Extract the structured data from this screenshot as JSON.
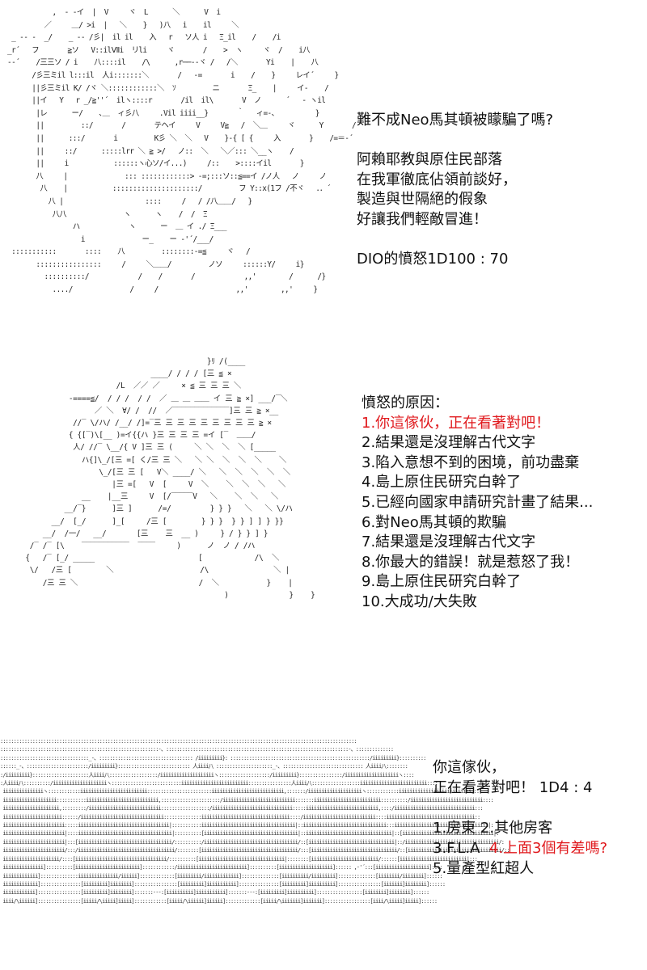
{
  "panel1": {
    "lines": [
      "難不成Neo馬其頓被矇騙了嗎?",
      "",
      "阿賴耶教與原住民部落",
      "在我軍徹底佔領前談好，",
      "製造與世隔絕的假象",
      "好讓我們輕敵冒進！",
      "",
      "DIO的憤怒1D100 : 70"
    ]
  },
  "panel2": {
    "title": "憤怒的原因：",
    "items": [
      "1.你這傢伙，正在看著對吧！",
      "2.結果還是沒理解古代文字",
      "3.陷入意想不到的困境，前功盡棄",
      "4.島上原住民研究白幹了",
      "5.已經向國家申請研究計畫了結果...",
      "6.對Neo馬其頓的欺騙",
      "7.結果還是沒理解古代文字",
      "8.你最大的錯誤！就是惹怒了我！",
      "9.島上原住民研究白幹了",
      "10.大成功/大失敗"
    ],
    "highlight_color": "#e0191d"
  },
  "panel3": {
    "lines": [
      "你這傢伙，",
      "正在看著對吧！  1D4 : 4",
      "",
      "1.房東  2.其他房客"
    ],
    "line_fla_plain": "3.F.L.A",
    "line_fla_red": "4.上面3個有差嗎?",
    "line_last": "5.量產型紅超人"
  },
  "art": {
    "panel1_text": "            ,  - -イ  |  V     ヾ  L      ＼      V  i\n          ／     ＿/ >i  |   ＼    }   )八   i    il     ＼\n  _ -- ‐  _/    _ -- /彡|  il il    入   r   ソ人 i   Ξ_il    /    /i\n _r´   フ       ≧ソ   V::ilⅦi  リli     ヾ       /    >  ヽ     ヾ  /    i八\n -‐´    /三三ソ / i    八::::il    /\\      ,r──‐‐ヾ /   /＼       Yi    |    八\n       /彡三ミil l:::il  人i:::::::＼       /   -=       i    /    }     レイ´     }\n       ||彡三ミil K/ /ヾ ＼::::::::::::＼  ｿ         ニ       Ξ_    |     イ‐    /\n       ||イ   Y   r _/≧''´  ilヽ::::r       /il  il\\       V  ノ      ´   - ヽil\n        |レ      ー/    ､＿  ィ彡八     .Vil iiii__}       ｀   ィ=-、         }\n        ||         ::/       /       テヘイ     V     V≧   /  ＼＿     ヾ      Y       /\n        ||      :::/       i         K彡 ＼  ＼   V    }-{ [ {     入       }    /=＝-´\n        ||     ::/      :::::lrr ＼ ≧ >/   ノ::  ＼   ＼／::: ＼__ヽ    /\n        ||     i           ::::::ヽ心ソ/イ...)     /::    >::::イil       }\n        八     |              ::: ::::::::::::> -=;:::ソ::≦==イ /ノ人   ノ     ノ\n         八    |           :::::::::::::::::::::/         フ Y::x(1フ /不ヾ   ．．´\n           八 |                    ::::     /   / /八＿＿/   }\n            八八              ヽ      ヽ    /  /  Ξ\n                 ハ            ヽ      ー  ＿ イ ./ Ξ___\n                   i              ー_    ー -'´/___/\n  :::::::::::       ::::    八         ::::::::-=≦     ヾ   /\n        ::::::::::::::::     /     ＼＿＿/         ノソ     ::::::Y/     i}\n          ::::::::::/            /    /       /            ,,'        /      /}\n            ..../              /     /                   ,,'        ,,'     }",
    "panel2_text": "                                              }ﾘ /(____\n                                 ____/ / / / [三 ≦ ×\n                         /L  ／／ ／     × ≦ 三 三 三 ＼\n              -====≦/  / / /  / /  ／ ＿ ＿ ＿＿ イ 三 ≧ ×] ___/‾＼\n                    ／ ＼  ∀/ /  //  ／‾‾‾‾‾‾‾‾‾‾‾‾‾]三 三 ≧ ×__\n               //‾ \\/ハ/ /__/ /]=‾三 三 三 三 三 三 三 三 三 ≧ ×\n              { {[‾)\\[__ )=イ{{ハ }三 三 三 三 =イ [‾  ＿＿/\n               人/ //‾ \\__/{ V ]三 三 (     ＼ ＼  ＼  ＼ [_____\n                 ハ{]\\_/[三 =[ く/三 三 ＼   ＼ ＼  ＼  ＼  ＼    ＼\n                     \\_/[三 三 [   V＼ ____/ ＼   ＼  ＼  ＼  ＼  ＼\n                        |三 =[   V  [     V  ＼    ＼  ＼  ＼   ＼\n                 __    |__三     V  [/‾‾‾‾‾V   ＼    ＼  ＼   ＼\n             __/‾}      ]三 ]      /=/         } } }   ＼   ＼ \\/ハ\n          __/  [_/      ]_[     /三 [        } } }  } } ] ] } }}\n        __/  /一/   __/       [三    三  __ )     } / } } ] }\n     /‾ /‾ [\\    ‾‾‾‾‾‾‾‾‾‾‾  ‾‾‾‾     )      ノ  ノ / /ハ\n    {   /‾ [_/ _____                        [            /\\  ＼\n     \\/   /三 [        ＼                    /\\               ＼ |\n        /三 三 ＼                            /  ＼           }    |\n                                                  )              }    }",
    "panel3_text": ":::::::::::::::::::::::::::::::::::::::::::::::::::::::::::::::::::::::::::::::::::::::::::::::::::::::::::::::::::::::::::::::::::::\n:::::::::::::::::::::::::::::::::::::::::::::::::::::::::::-、::::::::::::::::::::::::::::::::::::::::::::::::::::::::::::::::::::-、::::::::::::::\n:::::::::::::::::::::::::::::::::_-、::::::::::::::::::::::::::::::::::: /iiiiiiiii}: ::::::::::::::::::::::::::::::::::::::::::::::::::::/iiiiiiiii}::::::::::\n::::::_-、:::::::::::::::::::::::/iiiiiiiii}::::::::::::::::::::::::::: 人iiii八 :::::::::::::::::::::_-、:::::::::::::::::::::::::::::: 人iiii八::::::::\n:/iiiiiiiii}:::::::::::::::::::::人iiii八::::::::::::::::::/iiiiiiiiiiiiiiiiiiiiヽ:::::::::::::::::::/iiiiiiiii}::::::::::::::::/iiiiiiiiiiiiiiiiiiiiヽ::::\n:人iiii八::::::::::/iiiiiiiiiiiiiiiiiiiiヽ::::::::::::::::::::::::::iiiiiiiiiiiiiiiiiiiiiiiii::::::::::::::::人iiii八::::::::::::::::::iiiiiiiiiiiiiiiiiiiiiiiii::::\n iiiiiiiiiiiiiiiヽ::::::::::::iiiiiiiiiiiiiiiiiiiiiiiii::::::::::::::::::::::::iiiiiiiiiiiiiiiiiiiiiiiiiii,:::::::/iiiiiiiiiiiiiiiiiiiiヽ::::::::::::iiiiiiiiiiiiiiiiiiiiiiiiiii,::::\n iiiiiiiiiiiiiiiiiiii:::::::::::iiiiiiiiiiiiiiiiiiiiiiiiiii,::::::::::::::::::::::/iiiiiiiiiiiiiiiiiiiiiiiiiii:::::::iiiiiiiiiiiiiiiiiiiiiiiii::::::::::/iiiiiiiiiiiiiiiiiiiiiiiiiii::::\n iiiiiiiiiiiiiiiiiiiii,:::::::::/iiiiiiiiiiiiiiiiiiiiiiiiiii::::::::::::::::::/iiiiiiiiiiiiiiiiiiiiiiiiiiiiii:::::iiiiiiiiiiiiiiiiiiiiiiiiiii,::::/iiiiiiiiiiiiiiiiiiiiiiiiiiiiii:::\n iiiiiiiiiiiiiiiiiiiiii::::::/iiiiiiiiiiiiiiiiiiiiiiiiiiiiiii::::::::::::::iiiiiiiiiiiiiiiiiiiiiiiiiiiiiiiii::::/iiiiiiiiiiiiiiiiiiiiiiiiiii::::iiiiiiiiiiiiiiiiiiiiiiiiiiiiiiiii::\n iiiiiiiiiiiiiiiiiiiiiii:::::iiiiiiiiiiiiiiiiiiiiiiiiiiiiiiiiii|:::::::::::iiiiiiiiiiiiiiiiiiiiiiiiiiiiiiiiiii|::iiiiiiiiiiiiiiiiiiiiiiiiiiiiiii:::iiiiiiiiiiiiiiiiiiiiiiiiiiiiiiiiiii|:\n iiiiiiiiiiiiiiiiiiiiiii|::::iiiiiiiiiiiiiiiiiiiiiiiiiiiiiiiiiii|::::::::::[iiiiiiiiiiiiiiiiiiiiiiiiiiiiiiiiiii|::iiiiiiiiiiiiiiiiiiiiiiiiiiiiiiii|::[iiiiiiiiiiiiiiiiiiiiiiiiiiiiiiiiii|:\n iiiiiiiiiiiiiiiiiiiiiii|:::[iiiiiiiiiiiiiiiiiiiiiiiiiiiiiiiiiii/::::::::::/iiiiiiiiiiiiiiiiiiiiiiiiiiiiiiiiiii/::[iiiiiiiiiiiiiiiiiiiiiiiiiiiiiiii|::/iiiiiiiiiiiiiiiiiiiiiiiiiiiiiiiiiii/:\n iiiiiiiiiiiiiiiiiiiiiii/:::/iiiiiiiiiiiiiiiiiiiiiiiiiiiiiiiiiiii/::::::::[iiiiiiiiiiiiiiiiiiiiiiiiiiiiiiiiiiii/:::[iiiiiiiiiiiiiiiiiiiiiiiiiiiiiiii/::[iiiiiiiiiiiiiiiiiiiiiiiiiiiiiiiiiii/::\n iiiiiiiiiiiiiiiiiiiii/::::[iiiiiiiiiiiiiiiiiiiiiiiiiiiiiiiiii/::::::::::[iiiiiiiiiiiiiiiiiiiiiiiiiiiiiiii|::::::::[iiiiiiiiiiiiiiiiiiiiiiiii/::::::[iiiiiiiiiiiiiiiiiiiiiiiii|:::\n iiiiiiiiiiiiiii]::::::::::[iiiiiiiiiiiiiiiiiiiiiiii]::::::::::::/iiiiiiiiiiiiiiiiiiiiiiiiii]::::::::::[iiiiiiiiiiiiiiiiiiii]:::::: ,-'´:::[iiiiiiiiiiiiiiiiiiii]::::\n iiiiiiiiiiiii]::::::::::::::iiiiiiiiiiiiiii/iiiiii]:::::::::::::[iiiiiiiii/iiiiiiiiiiiii]::::::::::::::[iiiiiiiiii/iiiiiiiii]::::::::::::::[iiiiiiii/iiiiiiii]::::::\n iiiiiiiiiiiii]:::::::::::::::[iiiiiiiii]iiiiiiii]::::::::::::::::[iiiiiiiii]iiiiiiiiiii]:::::::::::::::[iiiiiiiii]iiiiiiiiii]::::::::::::::::[iiiiiii]iiiiiiii]::::::\n iiiiiiiiiiii]::::::::::::::::[iiiiiiiii]iiiiiiii]:::::::---:[iiiiiiiiii]iiiiiiiiiii]:::::::---:[iiiiiiiii]iiiiiiiiii]:::::::::::::::::[iiiiiiii]iiiiiiii]::::::\n iiii/\\iiiiii]::::::::::::::::[iiiii/\\iiiii]iiiii]::::::::::::[iiiii/\\iiiiii]iiiiii]:::::::::::::[iiiii/\\iiiiiii]iiiiiii]:::::::::::::::::[iiii/\\iiiii]iiiii]::::::"
  }
}
